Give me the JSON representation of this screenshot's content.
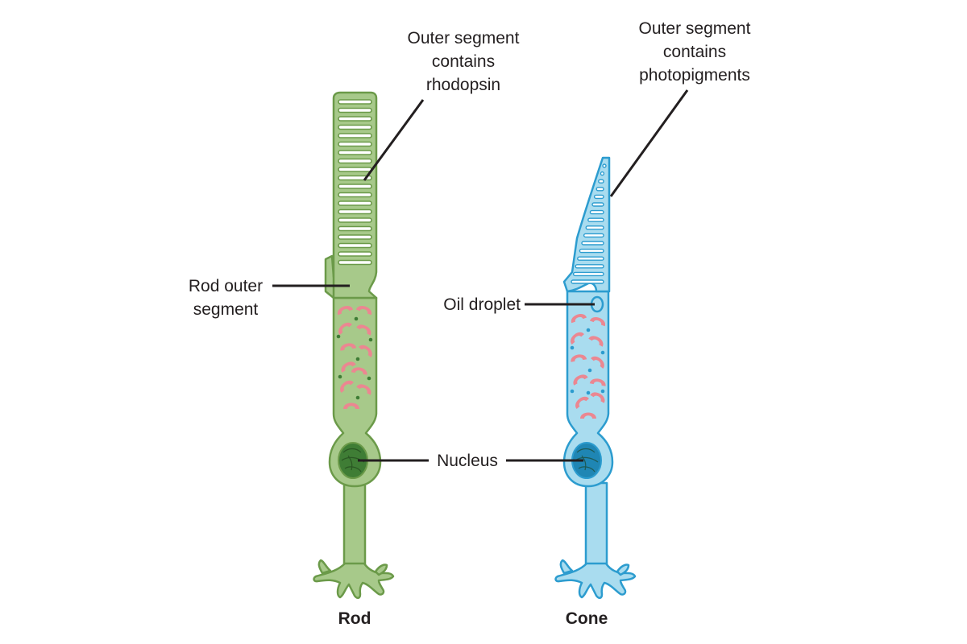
{
  "colors": {
    "rod_fill": "#a7c98a",
    "rod_stroke": "#6b9a49",
    "cone_fill": "#a9dcef",
    "cone_stroke": "#2c9ccf",
    "mito_fill": "#eb8791",
    "nucleus_rod": "#3f7d35",
    "nucleus_cone": "#1f86b4",
    "leader": "#231f20"
  },
  "labels": {
    "rod_outer_segment_contains": [
      "Outer segment",
      "contains",
      "rhodopsin"
    ],
    "cone_outer_segment_contains": [
      "Outer segment",
      "contains",
      "photopigments"
    ],
    "rod_outer_segment": [
      "Rod outer",
      "segment"
    ],
    "oil_droplet": "Oil droplet",
    "nucleus": "Nucleus"
  },
  "captions": {
    "rod": "Rod",
    "cone": "Cone"
  }
}
